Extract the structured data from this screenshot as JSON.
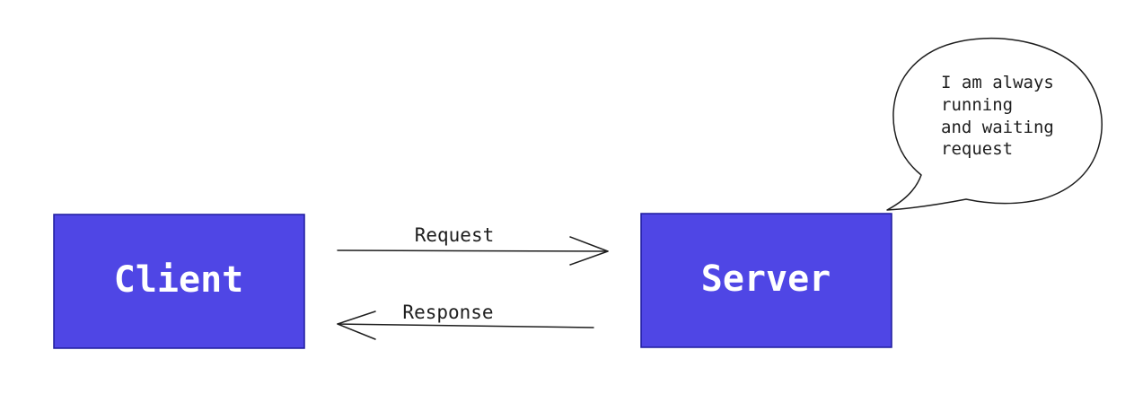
{
  "diagram": {
    "client": {
      "label": "Client"
    },
    "server": {
      "label": "Server"
    },
    "request": {
      "label": "Request"
    },
    "response": {
      "label": "Response"
    },
    "bubble": {
      "lines": [
        "I am always",
        "running",
        "and waiting",
        "request"
      ]
    }
  },
  "colors": {
    "box_fill": "#4f46e5",
    "box_stroke": "#1e1b9e",
    "stroke": "#1e1e1e",
    "background": "#ffffff"
  }
}
